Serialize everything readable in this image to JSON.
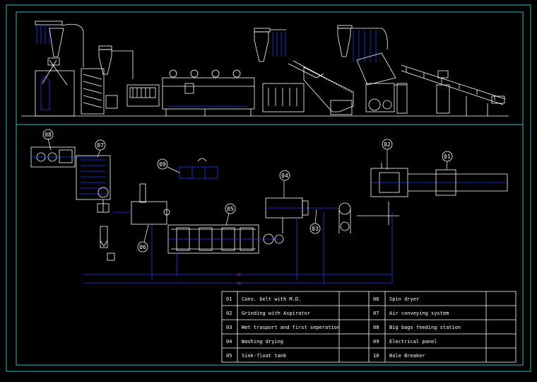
{
  "bubbles": [
    {
      "id": "b01",
      "label": "01"
    },
    {
      "id": "b02",
      "label": "02"
    },
    {
      "id": "b03",
      "label": "03"
    },
    {
      "id": "b04",
      "label": "04"
    },
    {
      "id": "b05",
      "label": "05"
    },
    {
      "id": "b06",
      "label": "06"
    },
    {
      "id": "b07",
      "label": "07"
    },
    {
      "id": "b08",
      "label": "08"
    },
    {
      "id": "b09",
      "label": "09"
    }
  ],
  "pipe_marks": [
    "08",
    "08"
  ],
  "legend": {
    "left": [
      {
        "no": "01",
        "name": "Conv. belt with M.D."
      },
      {
        "no": "02",
        "name": "Grinding with Aspirator"
      },
      {
        "no": "03",
        "name": "Wet trasport and first seperation"
      },
      {
        "no": "04",
        "name": "Washing drying"
      },
      {
        "no": "05",
        "name": "Sink-float tank"
      }
    ],
    "right": [
      {
        "no": "06",
        "name": "Spin dryer"
      },
      {
        "no": "07",
        "name": "Air conveying system"
      },
      {
        "no": "08",
        "name": "Big bags feeding station"
      },
      {
        "no": "09",
        "name": "Electrical panel"
      },
      {
        "no": "10",
        "name": "Bale Breaker"
      }
    ]
  },
  "colors": {
    "frame": "#27c0c0",
    "line": "#ffffff",
    "pipe": "#1c3cff",
    "red": "#ff2a2a"
  }
}
